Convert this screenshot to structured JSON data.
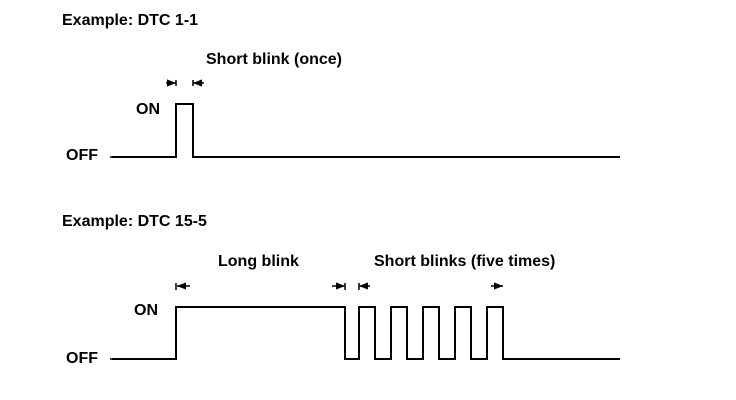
{
  "example1": {
    "title": "Example: DTC 1-1",
    "short_label": "Short blink (once)",
    "on_label": "ON",
    "off_label": "OFF"
  },
  "example2": {
    "title": "Example: DTC 15-5",
    "long_label": "Long blink",
    "short_label": "Short blinks (five times)",
    "on_label": "ON",
    "off_label": "OFF"
  },
  "colors": {
    "ink": "#000000",
    "background": "#ffffff"
  }
}
